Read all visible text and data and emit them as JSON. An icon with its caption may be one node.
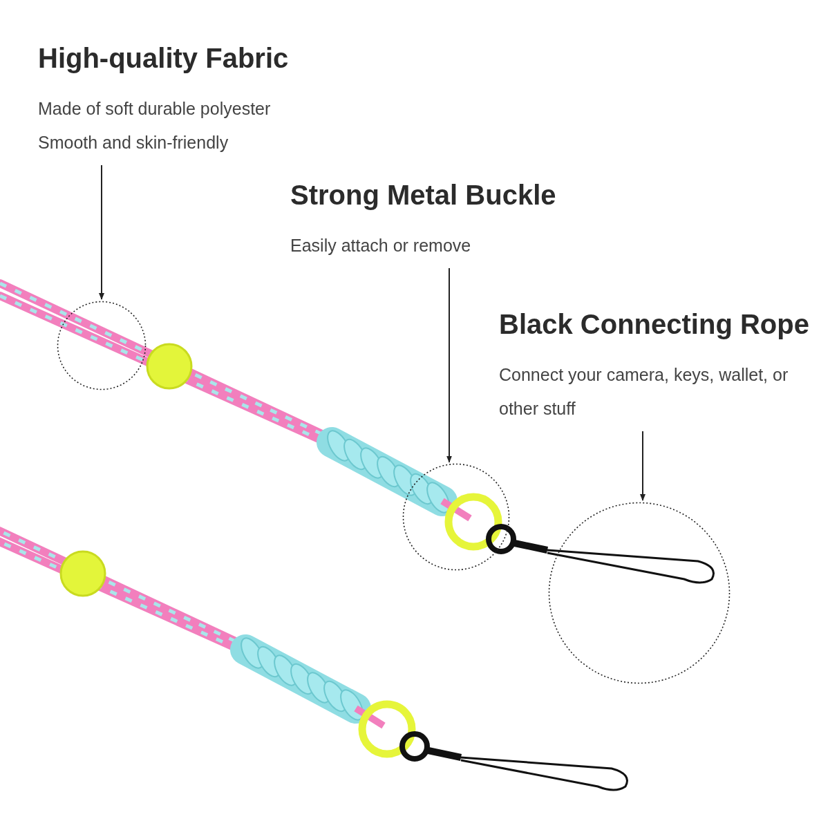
{
  "diagram": {
    "nodes": [
      {
        "text": [
          "High-quality Fabric",
          "Made of soft durable polyester",
          "Smooth and skin-friendly"
        ]
      },
      {
        "text": [],
        "shape": "circle"
      },
      {
        "text": [
          "Strong Metal Buckle",
          "Easily attach or remove"
        ]
      },
      {
        "text": [],
        "shape": "circle"
      },
      {
        "text": [
          "Black Connecting Rope",
          "Connect your camera, keys, wallet, or other stuff"
        ]
      },
      {
        "text": [],
        "shape": "circle"
      }
    ],
    "edges": [
      {
        "from": 0,
        "to": 1,
        "arrow": "to"
      },
      {
        "from": 2,
        "to": 3,
        "arrow": "to"
      },
      {
        "from": 4,
        "to": 5,
        "arrow": "to"
      }
    ]
  }
}
